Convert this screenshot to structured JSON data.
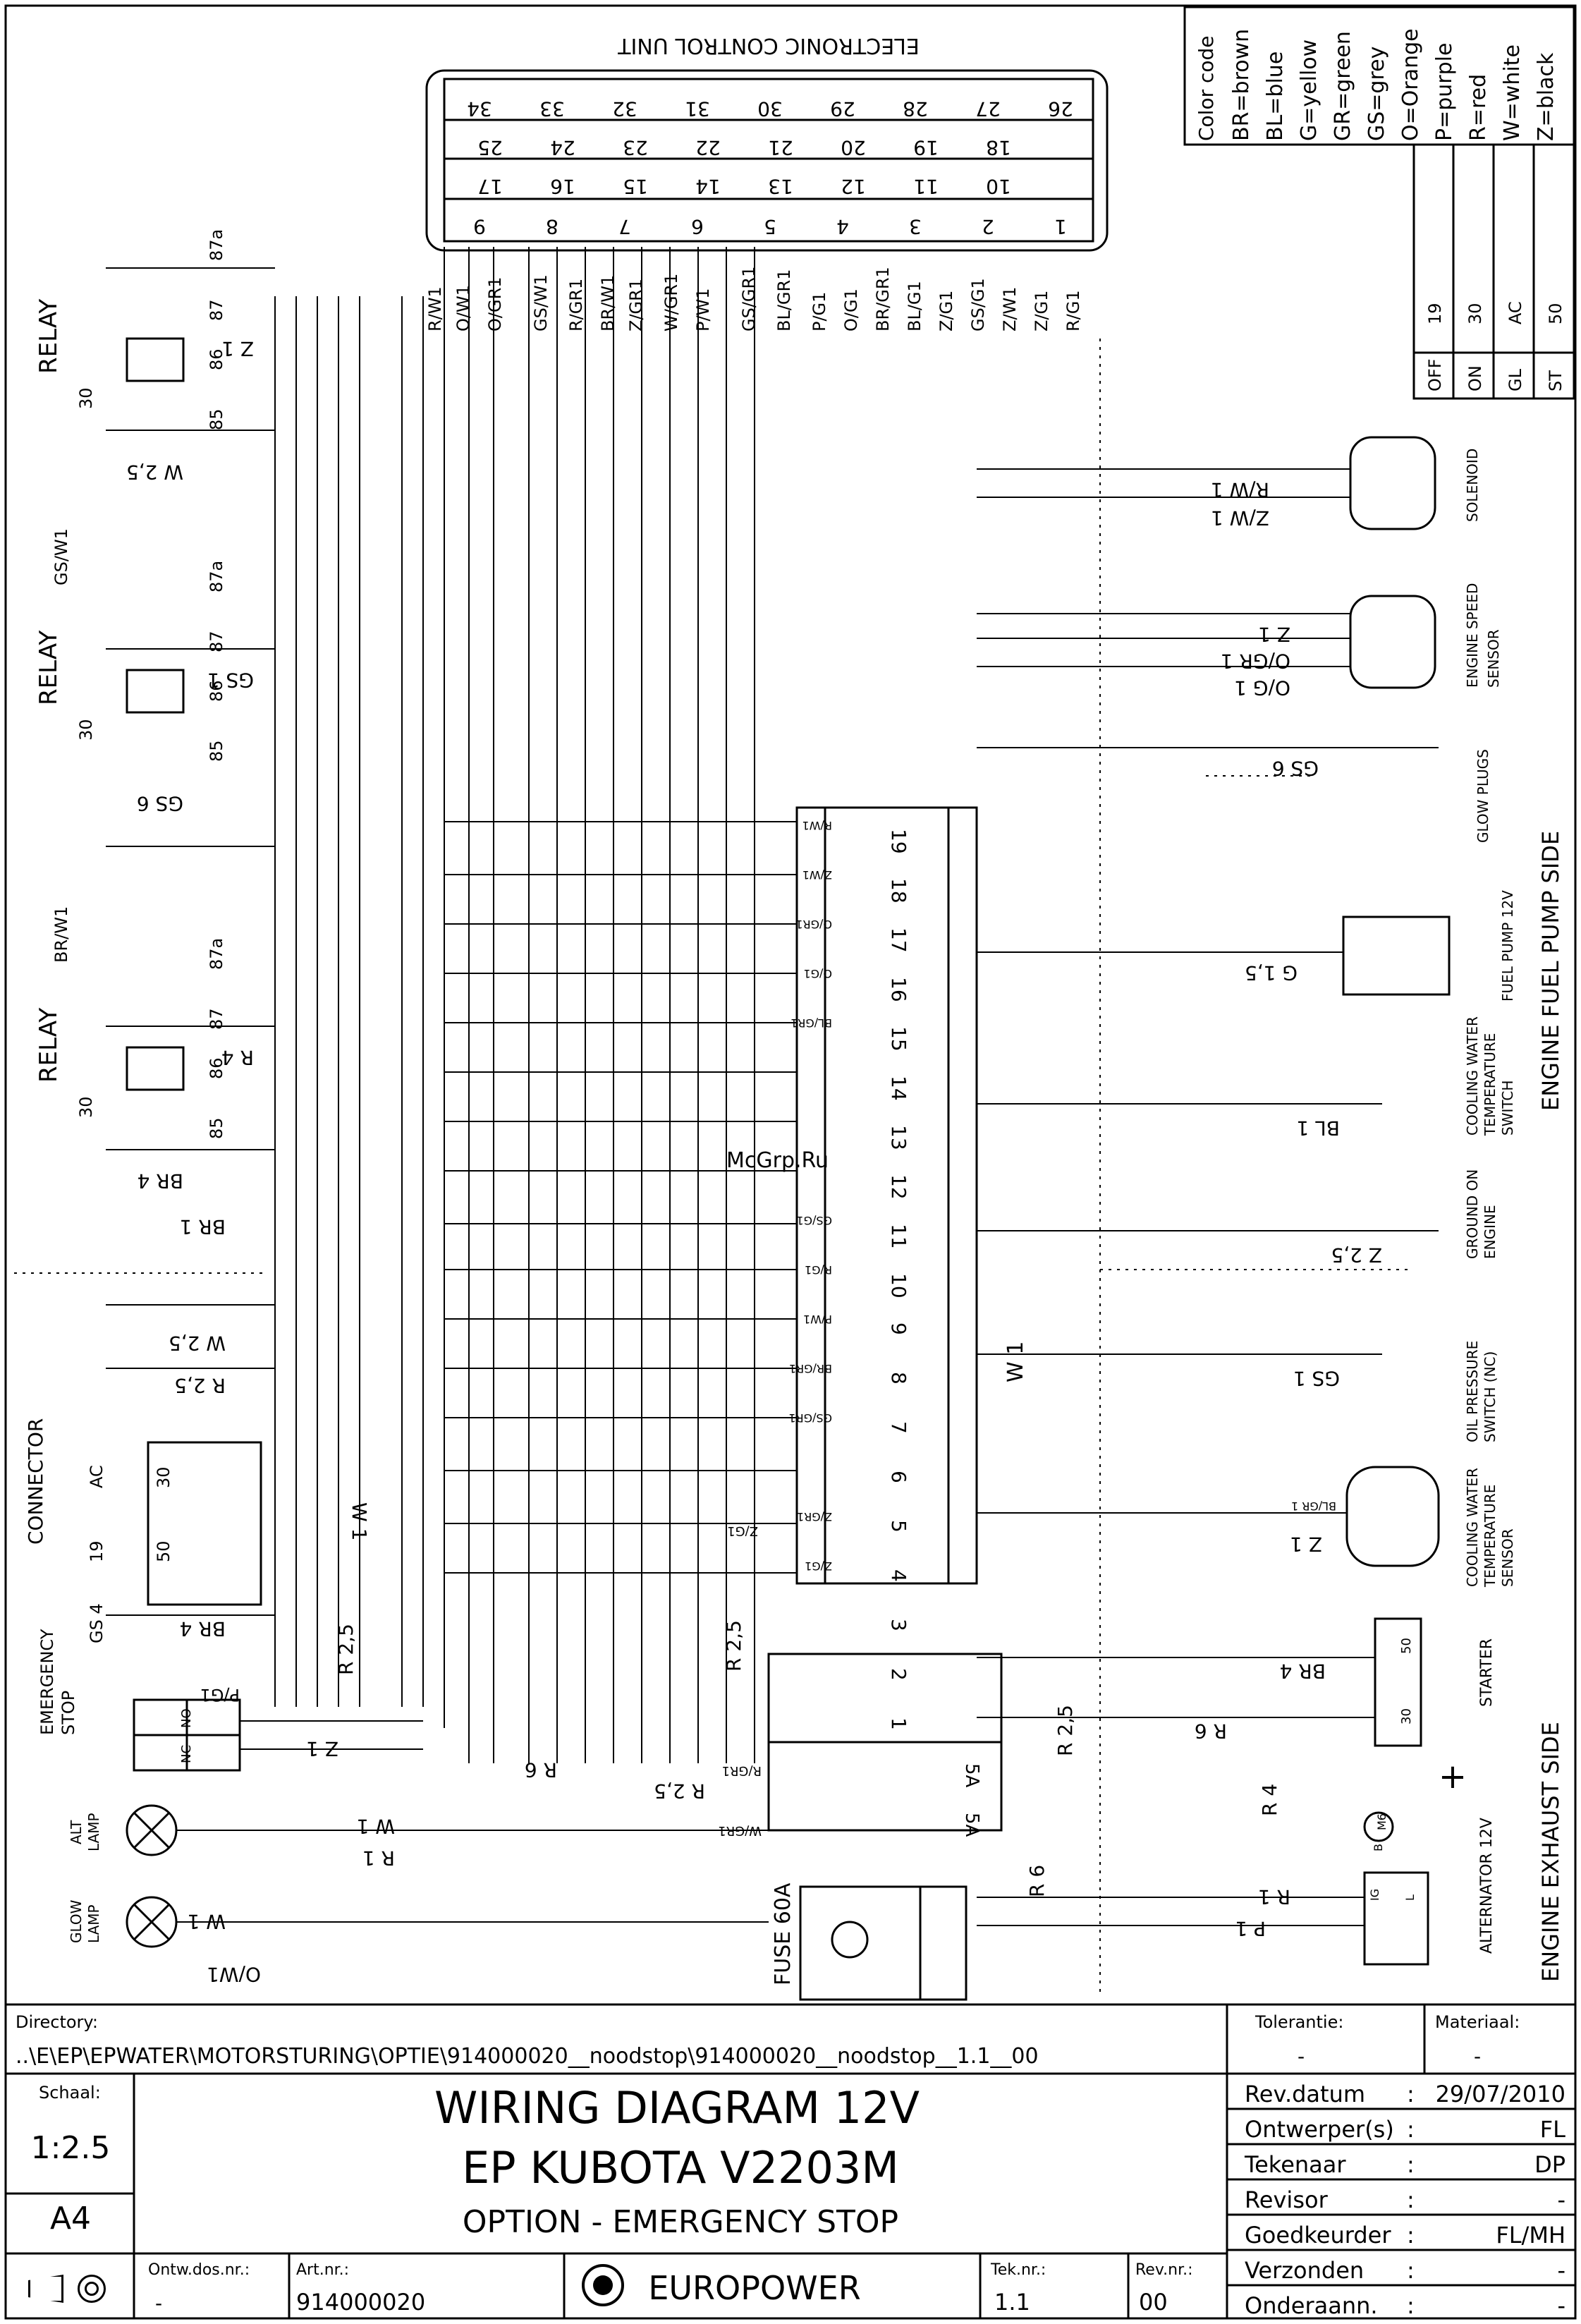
{
  "ecu": {
    "title": "ELECTRONIC CONTROL UNIT",
    "row_top": [
      "34",
      "33",
      "32",
      "31",
      "30",
      "29",
      "28",
      "27",
      "26"
    ],
    "row_mid": [
      "25",
      "24",
      "23",
      "22",
      "21",
      "20",
      "19",
      "18"
    ],
    "row_mid2": [
      "17",
      "16",
      "15",
      "14",
      "13",
      "12",
      "11",
      "10"
    ],
    "row_bot": [
      "9",
      "8",
      "7",
      "6",
      "5",
      "4",
      "3",
      "2",
      "1"
    ]
  },
  "ecu_wires": [
    "R/W1",
    "O/W1",
    "O/GR1",
    "GS/W1",
    "R/GR1",
    "BR/W1",
    "Z/GR1",
    "W/GR1",
    "P/W1",
    "GS/GR1",
    "BL/GR1",
    "P/G1",
    "O/G1",
    "BR/GR1",
    "BL/G1",
    "Z/G1",
    "GS/G1",
    "Z/W1",
    "Z/G1",
    "R/G1"
  ],
  "color_code": {
    "title": "Color code",
    "items": [
      "BR=brown",
      "BL=blue",
      "G=yellow",
      "GR=green",
      "GS=grey",
      "O=Orange",
      "P=purple",
      "R=red",
      "W=white",
      "Z=black"
    ]
  },
  "switch_table": {
    "columns": [
      "19",
      "30",
      "AC",
      "50"
    ],
    "rows": [
      "OFF",
      "ON",
      "GL",
      "ST"
    ]
  },
  "relays": [
    {
      "label": "RELAY",
      "pins": [
        "30",
        "87a",
        "87",
        "86",
        "85"
      ],
      "wire_a": "Z 1",
      "wire_b": "W 2,5"
    },
    {
      "label": "RELAY",
      "pins": [
        "30",
        "87a",
        "87",
        "86",
        "85"
      ],
      "wire_in": "GS/W1",
      "wire_a": "GS 1",
      "wire_b": "GS 6"
    },
    {
      "label": "RELAY",
      "pins": [
        "30",
        "87a",
        "87",
        "86",
        "85"
      ],
      "wire_in": "BR/W1",
      "wire_a": "R 4",
      "wire_b": "BR 4",
      "wire_c": "BR 1"
    }
  ],
  "connector": {
    "label": "CONNECTOR",
    "pins": [
      "AC",
      "19",
      "30",
      "50"
    ],
    "wires": [
      "W 2,5",
      "R 2,5",
      "W 1",
      "GS 4",
      "BR 4"
    ]
  },
  "emergency_stop": {
    "label": "EMERGENCY STOP",
    "contacts": [
      "NC",
      "NO"
    ],
    "wires": [
      "P/G1",
      "Z 1",
      "R 2,5",
      "R 6"
    ]
  },
  "lamps": [
    {
      "label": "ALT LAMP",
      "wires": [
        "W 1",
        "R 1"
      ]
    },
    {
      "label": "GLOW LAMP",
      "wires": [
        "W 1",
        "O/W1"
      ]
    }
  ],
  "fuse_main": "FUSE 60A",
  "terminal_strip": {
    "numbers": [
      "19",
      "18",
      "17",
      "16",
      "15",
      "14",
      "13",
      "12",
      "11",
      "10",
      "9",
      "8",
      "7",
      "6",
      "5",
      "4",
      "3",
      "2",
      "1"
    ],
    "left_wires": [
      "R/W1",
      "Z/W1",
      "O/GR1",
      "O/G1",
      "BL/GR1",
      "",
      "",
      "",
      "GS/G1",
      "R/G1",
      "P/W1",
      "BR/GR1",
      "GS/GR1",
      "",
      "Z/GR1",
      "Z/G1",
      "",
      "",
      ""
    ],
    "fuses": [
      "5A",
      "5A"
    ],
    "fuse_wires": [
      "R/GR1",
      "W/GR1"
    ],
    "bus_label": "W 1",
    "extra_labels": [
      "Z/G1",
      "R 2,5",
      "R 2,5",
      "R 6",
      "R 2,5"
    ]
  },
  "components": {
    "solenoid": {
      "label": "SOLENOID",
      "wires": [
        "R/W 1",
        "Z/W 1"
      ]
    },
    "speed_sensor": {
      "label": "ENGINE SPEED SENSOR",
      "wires": [
        "Z 1",
        "O/GR 1",
        "O/G 1"
      ]
    },
    "glow_plugs": {
      "label": "GLOW PLUGS",
      "wire": "GS 6"
    },
    "fuel_pump": {
      "label": "FUEL PUMP 12V",
      "wire": "G 1,5"
    },
    "temp_switch": {
      "label": "COOLING WATER TEMPERATURE SWITCH",
      "wire": "BL 1"
    },
    "ground": {
      "label": "GROUND ON ENGINE",
      "wire": "Z 2,5"
    },
    "oil_switch": {
      "label": "OIL PRESSURE SWITCH (NC)",
      "wire": "GS 1"
    },
    "temp_sensor": {
      "label": "COOLING WATER TEMPERATURE SENSOR",
      "wires": [
        "BL/GR 1",
        "Z 1"
      ]
    },
    "starter": {
      "label": "STARTER",
      "terminals": [
        "50",
        "30"
      ],
      "wires": [
        "BR 4",
        "R 6",
        "R 4"
      ],
      "plus": "+"
    },
    "alternator": {
      "label": "ALTERNATOR 12V",
      "terminals": [
        "IG",
        "L",
        "B"
      ],
      "motor": "M6",
      "wires": [
        "R 1",
        "P 1"
      ]
    }
  },
  "side_labels": [
    "ENGINE FUEL PUMP SIDE",
    "ENGINE EXHAUST SIDE"
  ],
  "watermark": "McGrp.Ru",
  "title_block": {
    "directory_label": "Directory:",
    "directory": "..\\E\\EP\\EPWATER\\MOTORSTURING\\OPTIE\\914000020__noodstop\\914000020__noodstop__1.1__00",
    "tolerantie_label": "Tolerantie:",
    "tolerantie": "-",
    "materiaal_label": "Materiaal:",
    "materiaal": "-",
    "schaal_label": "Schaal:",
    "schaal": "1:2.5",
    "format": "A4",
    "title1": "WIRING DIAGRAM 12V",
    "title2": "EP KUBOTA V2203M",
    "title3": "OPTION - EMERGENCY STOP",
    "ontw_label": "Ontw.dos.nr.:",
    "ontw": "-",
    "art_label": "Art.nr.:",
    "art": "914000020",
    "brand": "EUROPOWER",
    "tek_label": "Tek.nr.:",
    "tek": "1.1",
    "rev_label": "Rev.nr.:",
    "rev": "00",
    "fields": [
      {
        "label": "Rev.datum",
        "sep": ":",
        "value": "29/07/2010"
      },
      {
        "label": "Ontwerper(s)",
        "sep": ":",
        "value": "FL"
      },
      {
        "label": "Tekenaar",
        "sep": ":",
        "value": "DP"
      },
      {
        "label": "Revisor",
        "sep": ":",
        "value": "-"
      },
      {
        "label": "Goedkeurder",
        "sep": ":",
        "value": "FL/MH"
      },
      {
        "label": "Verzonden",
        "sep": ":",
        "value": "-"
      },
      {
        "label": "Onderaann.",
        "sep": ":",
        "value": "-"
      }
    ]
  }
}
